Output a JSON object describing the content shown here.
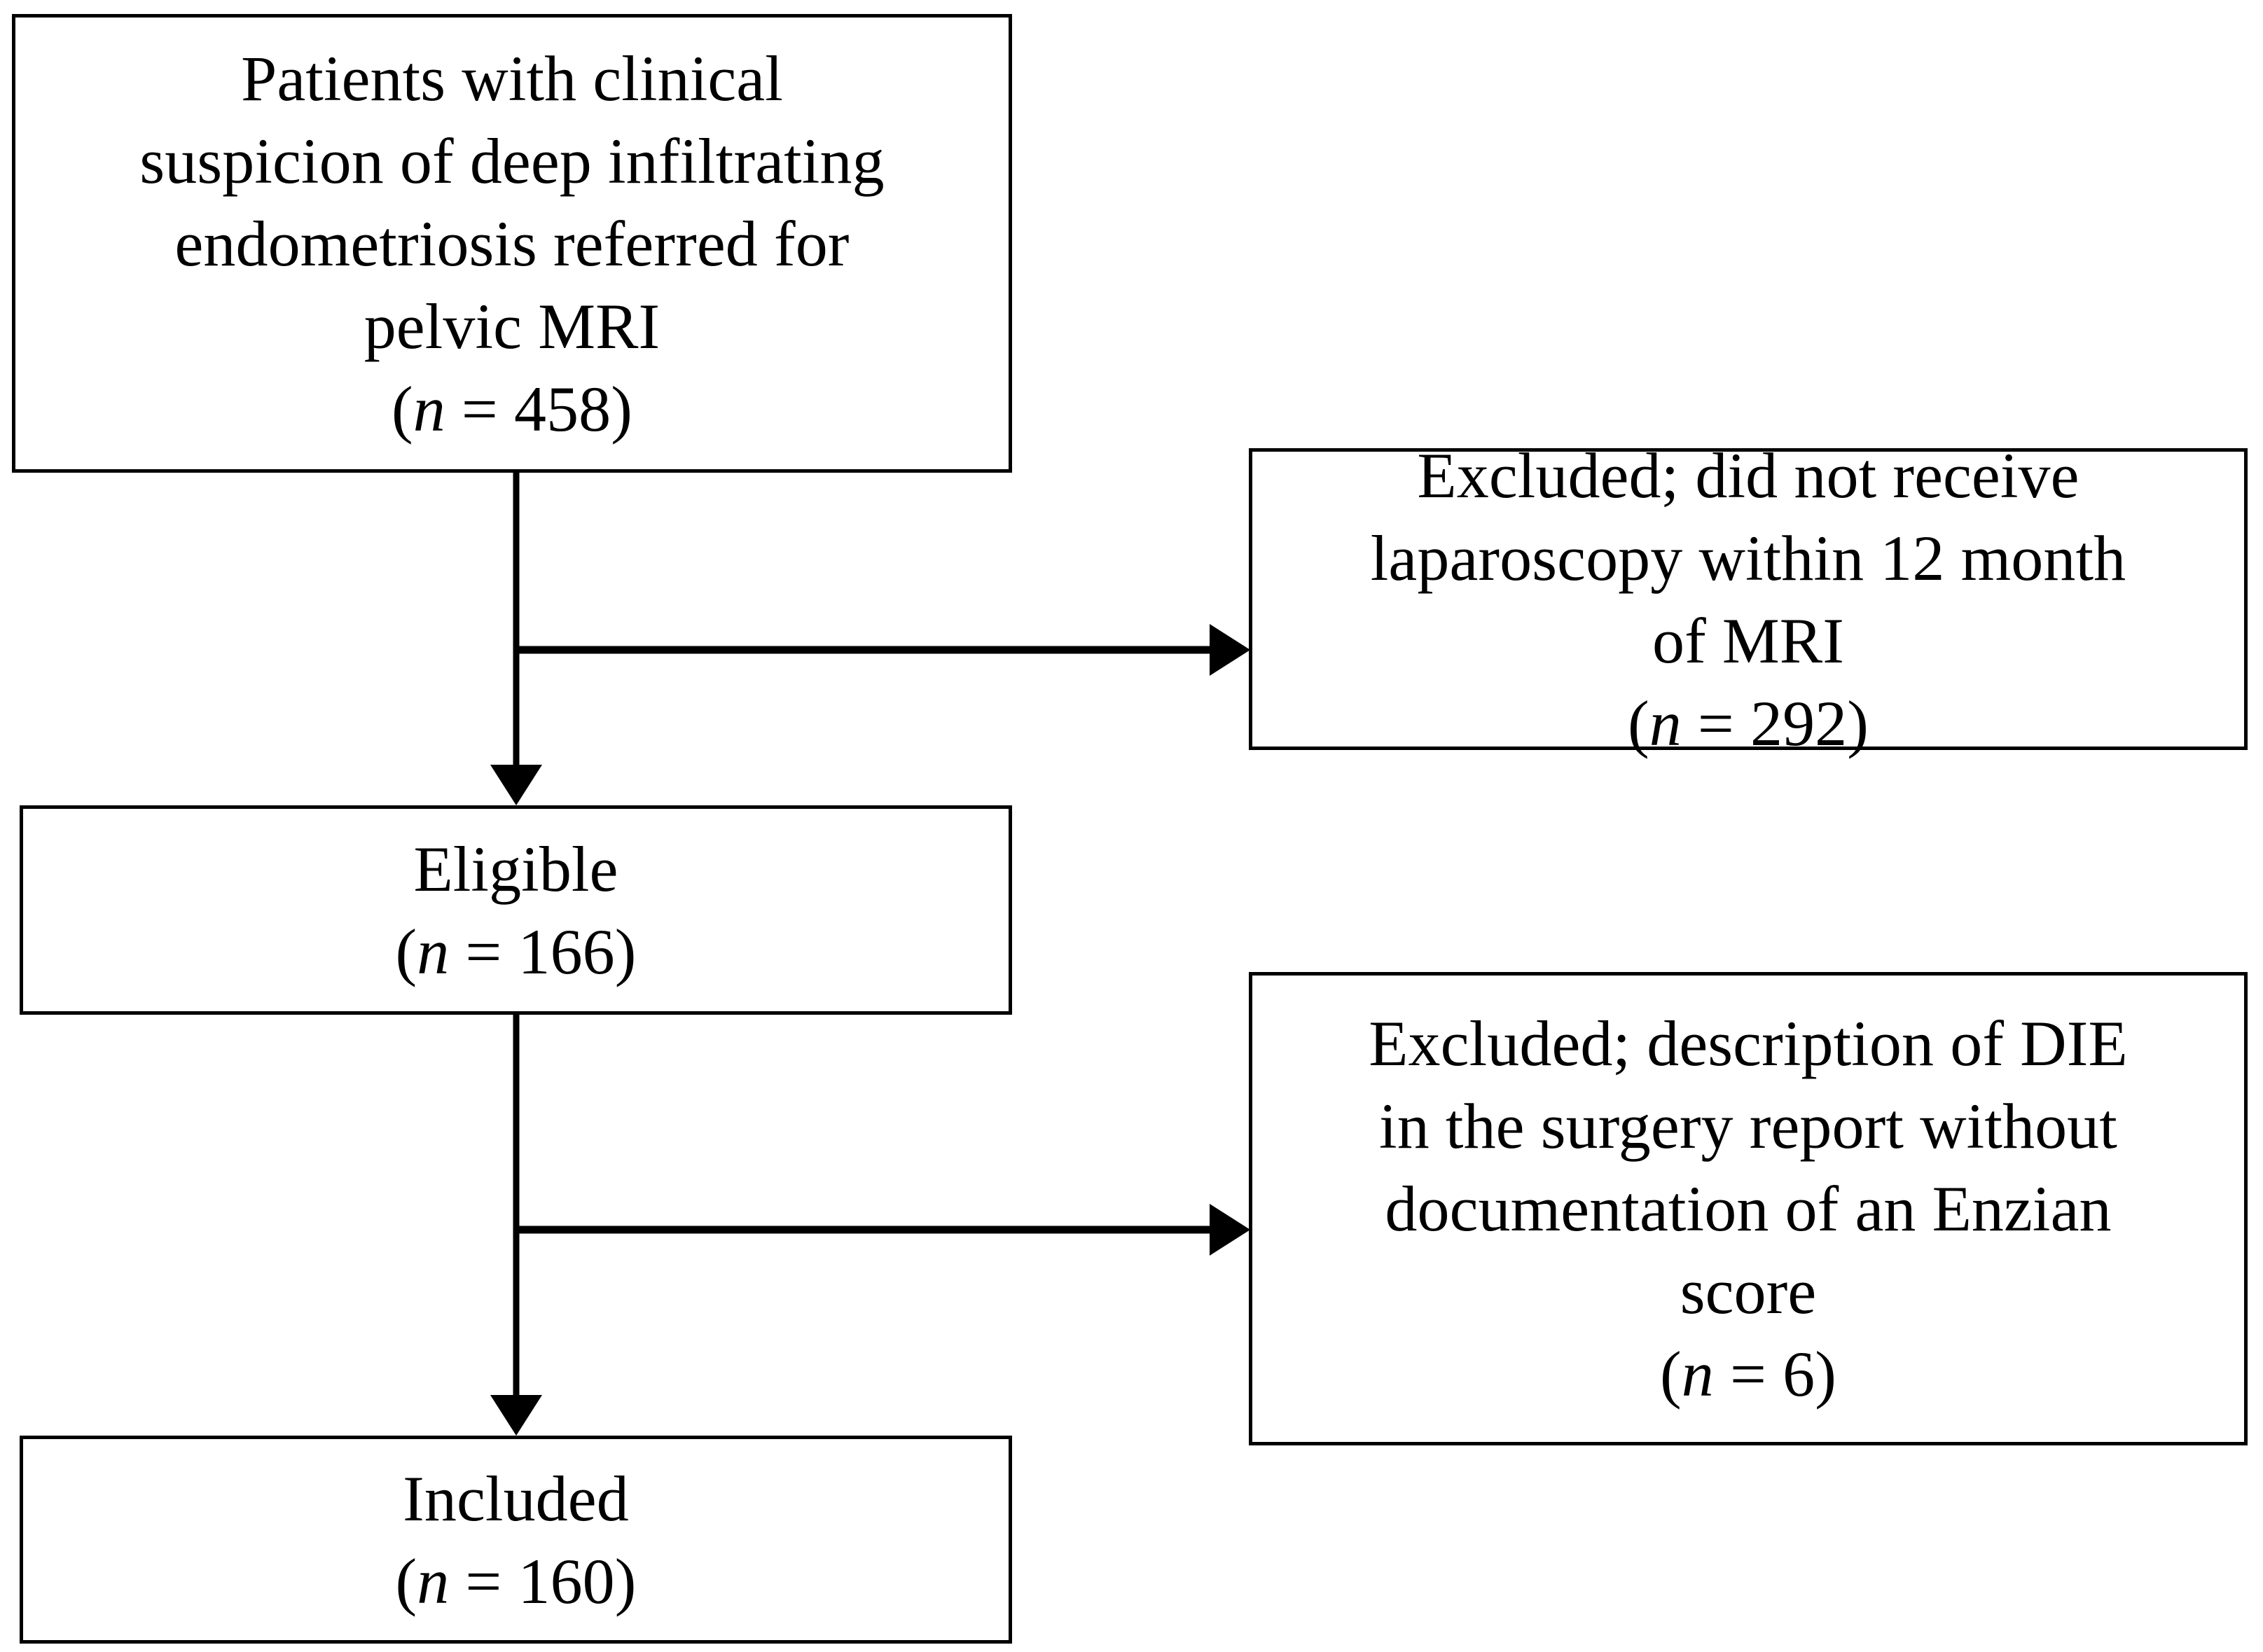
{
  "diagram": {
    "title": "Patient selection flow diagram",
    "type": "flowchart",
    "nodes": {
      "source": {
        "label": "Patients with clinical suspicion of deep infiltrating endometriosis referred for pelvic MRI",
        "lines": [
          "Patients with clinical",
          "suspicion of deep infiltrating",
          "endometriosis referred for",
          "pelvic MRI"
        ],
        "count_open": "(",
        "count_symbol": "n",
        "count_equals": " = ",
        "count_value": "458",
        "count_close": ")"
      },
      "excluded_1": {
        "label": "Excluded; did not receive laparoscopy within 12 month of MRI",
        "lines": [
          "Excluded; did not receive",
          "laparoscopy within 12 month",
          "of MRI"
        ],
        "count_open": "(",
        "count_symbol": "n",
        "count_equals": " = ",
        "count_value": "292",
        "count_close": ")"
      },
      "eligible": {
        "label": "Eligible",
        "lines": [
          "Eligible"
        ],
        "count_open": "(",
        "count_symbol": "n",
        "count_equals": " = ",
        "count_value": "166",
        "count_close": ")"
      },
      "excluded_2": {
        "label": "Excluded; description of DIE in the surgery report without documentation of an Enzian score",
        "lines": [
          "Excluded; description of DIE",
          "in the surgery report without",
          "documentation of an Enzian",
          "score"
        ],
        "count_open": "(",
        "count_symbol": "n",
        "count_equals": " = ",
        "count_value": "6",
        "count_close": ")"
      },
      "included": {
        "label": "Included",
        "lines": [
          "Included"
        ],
        "count_open": "(",
        "count_symbol": "n",
        "count_equals": " = ",
        "count_value": "160",
        "count_close": ")"
      }
    },
    "edges": [
      {
        "from": "source",
        "to": "eligible",
        "direction": "down"
      },
      {
        "from": "source",
        "to": "excluded_1",
        "direction": "right"
      },
      {
        "from": "eligible",
        "to": "included",
        "direction": "down"
      },
      {
        "from": "eligible",
        "to": "excluded_2",
        "direction": "right"
      }
    ],
    "colors": {
      "stroke": "#000000",
      "fill": "#ffffff",
      "text": "#000000"
    }
  }
}
